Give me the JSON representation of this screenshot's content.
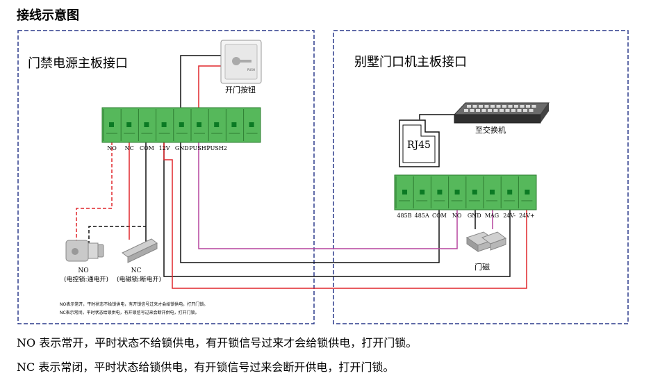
{
  "title": "接线示意图",
  "left_panel": {
    "title": "门禁电源主板接口",
    "terminals": [
      "NO",
      "NC",
      "COM",
      "12V",
      "GND",
      "PUSH1",
      "PUSH2"
    ],
    "button_label": "开门按钮",
    "button_text": "PUSH",
    "lock_no_label": "NO",
    "lock_no_desc": "(电控锁:通电开)",
    "lock_nc_label": "NC",
    "lock_nc_desc": "(电磁锁:断电开)",
    "small_note_1": "NO表示常开，平时状态不给锁供电，有开锁信号过来才会给锁供电，打开门锁。",
    "small_note_2": "NC表示常闭，平时状态给锁供电，有开锁信号过来会断开供电，打开门锁。"
  },
  "right_panel": {
    "title": "别墅门口机主板接口",
    "terminals": [
      "485B",
      "485A",
      "COM",
      "NO",
      "GND",
      "MAG",
      "24V-",
      "24V+"
    ],
    "switch_label": "至交换机",
    "rj45_label": "RJ45",
    "magnet_label": "门磁"
  },
  "notes": [
    "NO 表示常开，平时状态不给锁供电，有开锁信号过来才会给锁供电，打开门锁。",
    "NC 表示常闭，平时状态给锁供电，有开锁信号过来会断开供电，打开门锁。"
  ],
  "colors": {
    "panel_border": "#2b3a8c",
    "terminal_green": "#56b85b",
    "terminal_dark": "#0b7a24",
    "wire_red": "#e0262c",
    "wire_black": "#111111",
    "wire_magenta": "#b5449e"
  }
}
